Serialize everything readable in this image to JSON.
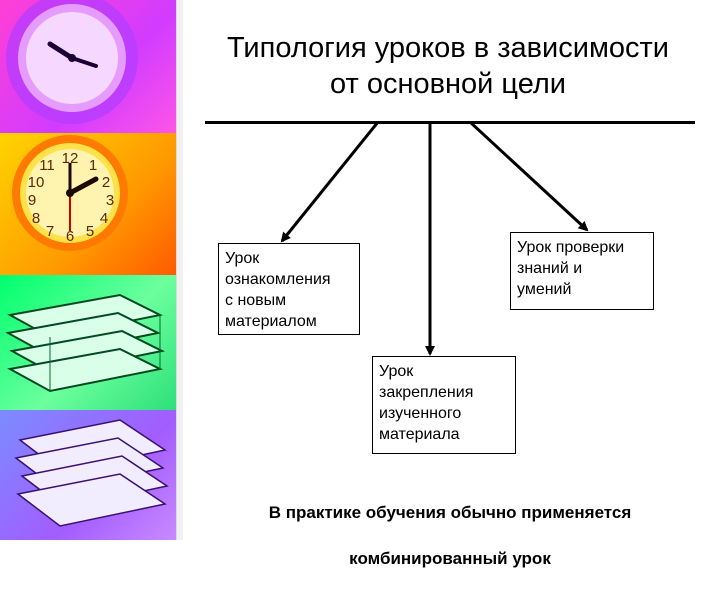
{
  "title": {
    "line1": "Типология уроков в зависимости",
    "line2": "от основной цели"
  },
  "boxes": {
    "left": "Урок\nознакомления\nс новым\nматериалом",
    "right": "Урок проверки\nзнаний и\nумений",
    "center": "Урок\nзакрепления\nизученного\nматериала"
  },
  "footer_note": {
    "line1": "В практике обучения обычно применяется",
    "line2": "комбинированный урок"
  },
  "colors": {
    "panel_magenta": "#d23cff",
    "panel_orange": "#ff9a00",
    "panel_green": "#2de07a",
    "panel_violet": "#a35cff"
  },
  "icons": [
    "clock-icon",
    "clock-icon",
    "books-icon",
    "papers-icon"
  ]
}
